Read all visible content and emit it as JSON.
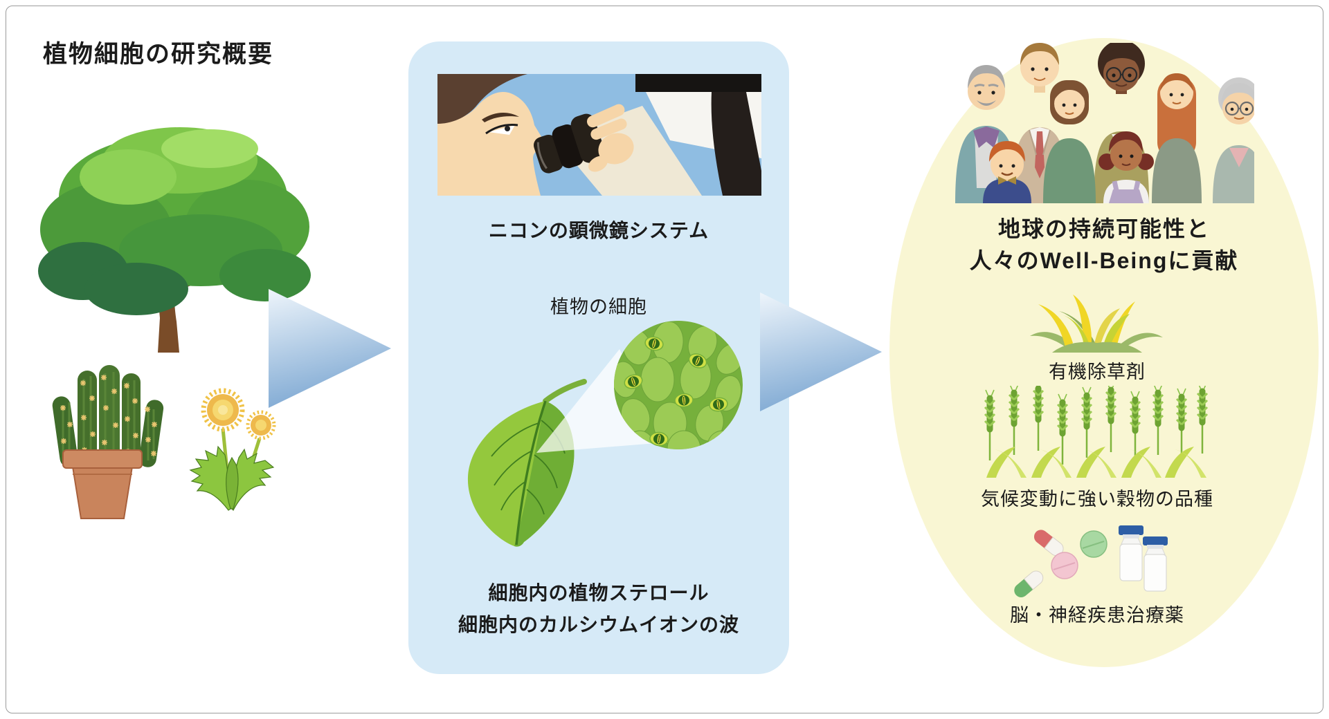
{
  "figure": {
    "title": "植物細胞の研究概要"
  },
  "process_panel": {
    "microscope_caption": "ニコンの顕微鏡システム",
    "cell_label": "植物の細胞",
    "findings": [
      "細胞内の植物ステロール",
      "細胞内のカルシウムイオンの波"
    ]
  },
  "outcome_panel": {
    "title_line1": "地球の持続可能性と",
    "title_line2": "人々のWell-Beingに貢献",
    "outcomes": [
      {
        "label": "有機除草剤"
      },
      {
        "label": "気候変動に強い穀物の品種"
      },
      {
        "label": "脳・神経疾患治療薬"
      }
    ]
  },
  "colors": {
    "panel_blue": "#d6eaf7",
    "ellipse_yellow": "#f9f6d3",
    "arrow_light": "#ecf3fa",
    "arrow_dark": "#7fa9d3",
    "text": "#1b1b1b",
    "microscope_sky": "#8fbde2"
  }
}
